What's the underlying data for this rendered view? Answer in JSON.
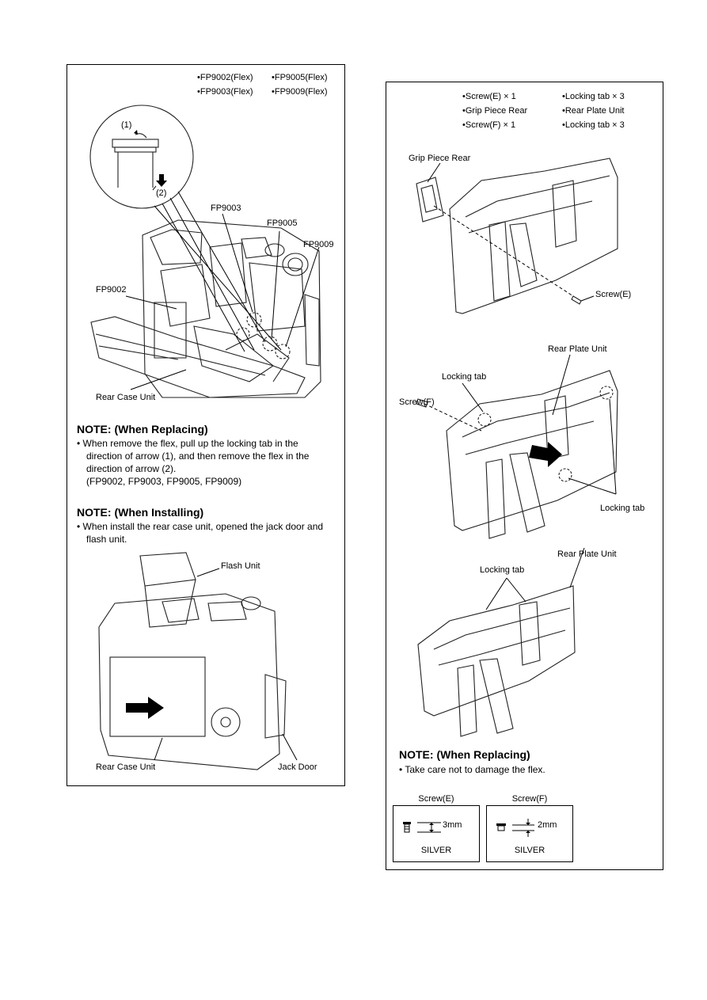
{
  "left": {
    "parts": [
      "•FP9002(Flex)",
      "•FP9005(Flex)",
      "•FP9003(Flex)",
      "•FP9009(Flex)"
    ],
    "inset": {
      "step1": "(1)",
      "step2": "(2)"
    },
    "labels": {
      "fp9003": "FP9003",
      "fp9005": "FP9005",
      "fp9009": "FP9009",
      "fp9002": "FP9002",
      "rear_case_unit": "Rear Case Unit",
      "flash_unit": "Flash Unit",
      "rear_case_unit_2": "Rear Case Unit",
      "jack_door": "Jack Door"
    },
    "note_replacing": {
      "title": "NOTE: (When Replacing)",
      "lines": [
        "• When remove the flex, pull up the locking tab in the direction of arrow (1), and then remove the flex in the direction of arrow (2).",
        "(FP9002, FP9003, FP9005, FP9009)"
      ]
    },
    "note_installing": {
      "title": "NOTE: (When Installing)",
      "lines": [
        "• When install the rear case unit, opened the jack door and flash unit."
      ]
    }
  },
  "right": {
    "parts": [
      "•Screw(E) × 1",
      "•Locking tab × 3",
      "•Grip Piece Rear",
      "•Rear Plate Unit",
      "•Screw(F) × 1",
      "•Locking tab × 3"
    ],
    "labels": {
      "grip_piece_rear": "Grip Piece Rear",
      "screw_e": "Screw(E)",
      "rear_plate_unit": "Rear Plate Unit",
      "locking_tab_1": "Locking tab",
      "screw_f": "Screw(F)",
      "locking_tab_2": "Locking tab",
      "rear_plate_unit_2": "Rear Plate Unit",
      "locking_tab_3": "Locking tab"
    },
    "note_replacing": {
      "title": "NOTE: (When Replacing)",
      "lines": [
        "• Take care not to damage the flex."
      ]
    },
    "screws": [
      {
        "title": "Screw(E)",
        "dim": "3mm",
        "finish": "SILVER"
      },
      {
        "title": "Screw(F)",
        "dim": "2mm",
        "finish": "SILVER"
      }
    ]
  }
}
